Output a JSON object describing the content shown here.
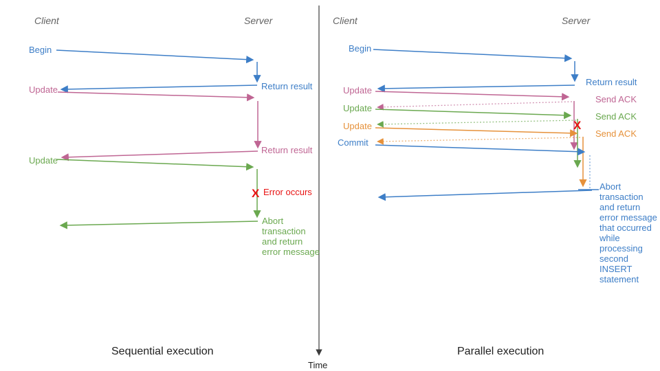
{
  "colors": {
    "blue": "#3d7ec7",
    "pink": "#bf6593",
    "green": "#6aa84f",
    "orange": "#e6913a",
    "red": "#e81313",
    "header": "#636363",
    "axis": "#3c3c3c",
    "caption": "#1f1f1f"
  },
  "time_label": "Time",
  "left": {
    "title": "Sequential execution",
    "client_label": "Client",
    "server_label": "Server",
    "begin": "Begin",
    "return_result_1": "Return result",
    "update_1": "Update",
    "return_result_2": "Return result",
    "update_2": "Update",
    "error_mark": "X",
    "error_label": "Error occurs",
    "abort_label": "Abort\ntransaction\nand return\nerror message"
  },
  "right": {
    "title": "Parallel execution",
    "client_label": "Client",
    "server_label": "Server",
    "begin": "Begin",
    "return_result": "Return result",
    "update_1": "Update",
    "send_ack_1": "Send ACK",
    "update_2": "Update",
    "send_ack_2": "Send ACK",
    "update_3": "Update",
    "send_ack_3": "Send ACK",
    "commit": "Commit",
    "error_mark": "X",
    "abort_label": "Abort\ntransaction\nand return\nerror message\nthat occurred\nwhile\nprocessing\nsecond\nINSERT\nstatement"
  }
}
